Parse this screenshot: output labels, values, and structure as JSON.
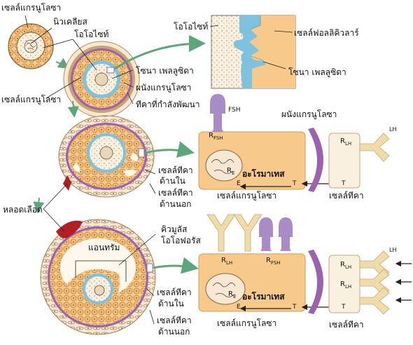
{
  "labels": {
    "granulosa_top": "เซลล์แกรนูโลซา",
    "nucleus": "นิวเคลียส",
    "oocyte_top": "โอโอไซท์",
    "oocyte_zoom": "โอโอไซท์",
    "follicular_cell": "เซลล์ฟอลลิคิวลาร์",
    "zona_zoom": "โซนา เพลลูซิดา",
    "zona_left": "โซนา เพลลูซิดา",
    "granulosa_wall": "ผนังแกรนูโลซา",
    "developing_theca": "ทีคาที่กำลังพัฒนา",
    "granulosa_left": "เซลล์แกรนูโลซา",
    "granulosa_wall_mid": "ผนังแกรนูโลซา",
    "theca_interna_mid_1": "เซลล์ทีคา",
    "theca_interna_mid_2": "ด้านใน",
    "theca_externa_mid_1": "เซลล์ทีคา",
    "theca_externa_mid_2": "ด้านนอก",
    "blood_vessel": "หลอดเลือด",
    "cumulus_1": "คิวมูลัส",
    "cumulus_2": "โอโอฟอรัส",
    "antrum": "แอนทรัม",
    "theca_interna_bot_1": "เซลล์ทีคา",
    "theca_interna_bot_2": "ด้านใน",
    "theca_externa_bot_1": "เซลล์ทีคา",
    "theca_externa_bot_2": "ด้านนอก"
  },
  "cell_mid": {
    "granulosa_label": "เซลล์แกรนูโลซา",
    "theca_label": "เซลล์ทีคา",
    "aromatase": "อะโรมาเทส",
    "fsh": "FSH",
    "lh": "LH",
    "r_main": "R",
    "r_fsh_sub": "FSH",
    "r_e_sub": "E",
    "r_lh_sub": "LH",
    "e": "E",
    "t1": "T",
    "t2": "T"
  },
  "cell_bot": {
    "granulosa_label": "เซลล์แกรนูโลซา",
    "theca_label": "เซลล์ทีคา",
    "aromatase": "อะโรมาเทส",
    "lh": "LH",
    "r_main": "R",
    "r_lh_sub": "LH",
    "r_fsh_sub": "FSH",
    "r_e_sub": "E",
    "e": "E",
    "t1": "T",
    "t2": "T"
  },
  "colors": {
    "granulosa_fill": "#f7c98a",
    "granulosa_cell_outline": "#b6864a",
    "zona_blue": "#7fc2de",
    "theca_purple": "#9a62b0",
    "receptor_purple": "#a98bc6",
    "lh_receptor": "#efdca8",
    "arrow_green": "#5ca679",
    "blood_red": "#b11f22",
    "cream": "#faf0df"
  }
}
